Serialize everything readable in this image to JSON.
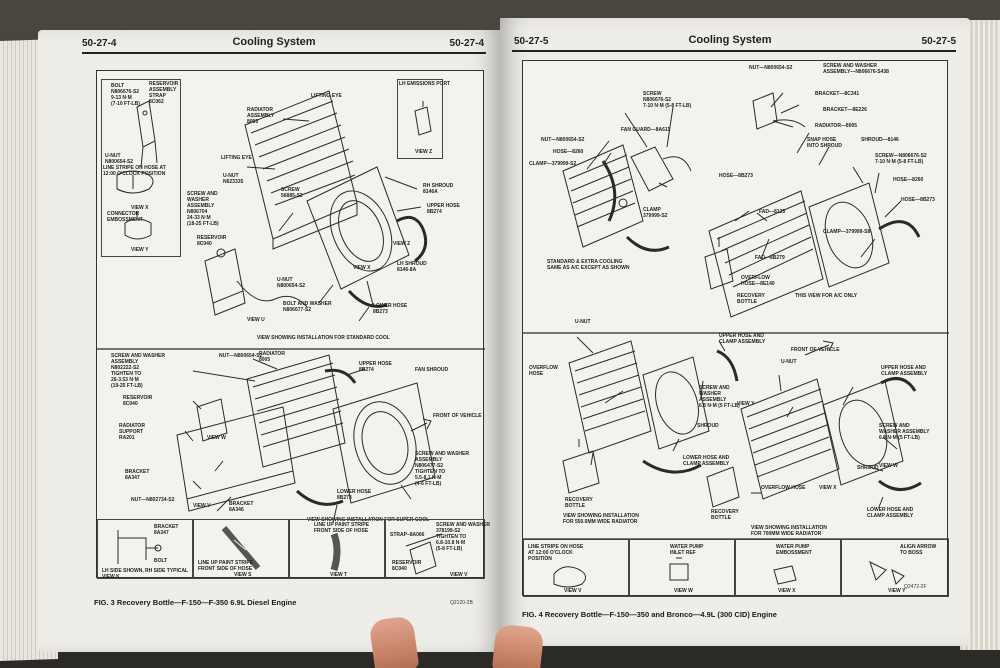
{
  "left_page": {
    "page_number_left": "50-27-4",
    "section_title": "Cooling System",
    "page_number_right": "50-27-4",
    "top_figure": {
      "callouts": {
        "bolt": "BOLT\nN806676-S2\n9-13 N·m\n(7-10 FT-LB)",
        "reservoir_strap": "RESERVOIR\nASSEMBLY\nSTRAP\n8C062",
        "unut_a": "U-NUT\nN800654-S2",
        "line_stripe": "LINE STRIPE ON HOSE AT\n12:00 O'CLOCK POSITION",
        "view_x": "VIEW X",
        "connector": "CONNECTOR\nEMBOSSMENT",
        "view_y": "VIEW Y",
        "radiator": "RADIATOR\nASSEMBLY\n8005",
        "lifting_eye_1": "LIFTING EYE",
        "lifting_eye_2": "LIFTING EYE",
        "unut_b": "U-NUT\nN623335",
        "screw_washer": "SCREW AND\nWASHER\nASSEMBLY\nN806704\n24-33 N·m\n(18-25 FT-LB)",
        "screw": "SCREW\n56885-S2",
        "reservoir": "RESERVOIR\n8C040",
        "unut_c": "U-NUT\nN800654-S2",
        "bolt_washer": "BOLT AND WASHER\nN806677-S2",
        "view_u": "VIEW U",
        "lh_emissions": "LH EMISSIONS PORT",
        "view_z": "VIEW Z",
        "rh_shroud": "RH SHROUD\n8146A",
        "upper_hose": "UPPER HOSE\n8B274",
        "view_z2": "VIEW Z",
        "lh_shroud": "LH SHROUD\n8146-8A",
        "view_x2": "VIEW X",
        "lower_hose": "LOWER HOSE\n8B273",
        "caption": "VIEW SHOWING INSTALLATION FOR STANDARD COOL"
      }
    },
    "middle_figure": {
      "callouts": {
        "screw_washer": "SCREW AND WASHER\nASSEMBLY\nN802222-S2\nTIGHTEN TO\n26-3.53 N·m\n(19-25 FT-LB)",
        "nut": "NUT—N800654-S2",
        "radiator": "RADIATOR\n8005",
        "upper_hose": "UPPER HOSE\n8B274",
        "fan_shroud": "FAN SHROUD",
        "reservoir": "RESERVOIR\n8C040",
        "radiator_support": "RADIATOR\nSUPPORT\nRA201",
        "view_w": "VIEW W",
        "front_of_vehicle": "FRONT OF VEHICLE",
        "screw_washer_2": "SCREW AND WASHER\nASSEMBLY\nN806477-S2\nTIGHTEN TO\n5.5-8.1 N·m\n(4-6 FT-LB)",
        "bracket": "BRACKET\n8A347",
        "lower_hose": "LOWER HOSE\n8B273",
        "nut_2": "NUT—N802734-S2",
        "bracket_2": "BRACKET\n8A346",
        "view_v": "VIEW V",
        "caption": "VIEW SHOWING INSTALLATION FOR SUPER COOL"
      }
    },
    "bottom_panels": [
      {
        "labels": [
          "BRACKET\n8A347",
          "BOLT"
        ],
        "view": "LH SIDE SHOWN, RH SIDE TYPICAL\nVIEW K"
      },
      {
        "labels": [
          "LINE UP PAINT STRIPE\nFRONT SIDE OF HOSE"
        ],
        "view": "VIEW S"
      },
      {
        "labels": [
          "LINE UP PAINT STRIPE\nFRONT SIDE OF HOSE"
        ],
        "view": "VIEW T"
      },
      {
        "labels": [
          "SCREW AND WASHER\n378199-S2\nTIGHTEN TO\n6.8-10.8 N·m\n(5-8 FT-LB)",
          "STRAP–8A066",
          "RESERVOIR\n8C040"
        ],
        "view": "VIEW V"
      }
    ],
    "caption": "FIG. 3  Recovery Bottle—F-150—F-350 6.9L Diesel Engine",
    "figure_code": "Q2120-2B"
  },
  "right_page": {
    "page_number_left": "50-27-5",
    "section_title": "Cooling System",
    "page_number_right": "50-27-5",
    "top_figure": {
      "callouts": {
        "nut_top": "NUT—N800654-S2",
        "screw_washer": "SCREW AND WASHER\nASSEMBLY—N806676-S438",
        "screw": "SCREW\nN806676-S2\n7-10 N·m (5-8 FT-LB)",
        "bracket_1": "BRACKET—8C341",
        "bracket_2": "BRACKET—8E226",
        "fan_guard": "FAN GUARD—8A611",
        "radiator": "RADIATOR—8005",
        "nut": "NUT—N800654-S2",
        "hose_8260": "HOSE—8260",
        "snap_hose": "SNAP HOSE\nINTO SHROUD",
        "shroud": "SHROUD—8146",
        "clamp_1": "CLAMP—379999-S2",
        "screw_2": "SCREW—N806676-S2\n7-10 N·m (5-8 FT-LB)",
        "hose_8b273": "HOSE—8B273",
        "hose_8260b": "HOSE—8260",
        "clamp_2": "CLAMP\n379999-S2",
        "hose_8b2": "HOSE—8B273",
        "fad": "FAD—8125",
        "clamp_3": "CLAMP—379999-S8",
        "fad_2": "FAD—8B279",
        "standard": "STANDARD & EXTRA COOLING\nSAME AS A/C EXCEPT AS SHOWN",
        "overflow": "OVERFLOW\nHOSE—8E140",
        "recovery": "RECOVERY\nBOTTLE",
        "ac_only": "THIS VIEW FOR A/C ONLY"
      }
    },
    "middle_figure": {
      "callouts": {
        "unut": "U-NUT",
        "upper_hose": "UPPER HOSE AND\nCLAMP ASSEMBLY",
        "front_of_vehicle": "FRONT OF VEHICLE",
        "overflow": "OVERFLOW\nHOSE",
        "screw_washer": "SCREW AND\nWASHER\nASSEMBLY\n6.8 N·m (5 FT-LB)",
        "view_y": "VIEW Y",
        "unut_2": "U-NUT",
        "upper_hose_2": "UPPER HOSE AND\nCLAMP ASSEMBLY",
        "shroud": "SHROUD",
        "screw_washer_2": "SCREW AND\nWASHER ASSEMBLY\n6.8 N·m (5 FT-LB)",
        "shroud_2": "SHROUD",
        "lower_hose": "LOWER HOSE AND\nCLAMP ASSEMBLY",
        "recovery": "RECOVERY\nBOTTLE",
        "caption_1": "VIEW SHOWING INSTALLATION\nFOR 550.0mm WIDE RADIATOR",
        "overflow_2": "OVERFLOW HOSE",
        "view_x": "VIEW X",
        "recovery_2": "RECOVERY\nBOTTLE",
        "lower_hose_2": "LOWER HOSE AND\nCLAMP ASSEMBLY",
        "caption_2": "VIEW SHOWING INSTALLATION\nFOR 700mm WIDE RADIATOR",
        "view_w": "VIEW W"
      }
    },
    "bottom_panels": [
      {
        "labels": [
          "LINE STRIPE ON HOSE\nAT 12:00 O'CLOCK\nPOSITION"
        ],
        "view": "VIEW V"
      },
      {
        "labels": [
          "WATER PUMP\nINLET REF"
        ],
        "view": "VIEW W"
      },
      {
        "labels": [
          "WATER PUMP\nEMBOSSMENT"
        ],
        "view": "VIEW X"
      },
      {
        "labels": [
          "ALIGN ARROW\nTO BOSS"
        ],
        "view": "VIEW Y"
      }
    ],
    "figure_code": "Q2472-2F",
    "caption": "FIG. 4  Recovery Bottle—F-150—350 and Bronco—4.9L (300 CID) Engine"
  },
  "colors": {
    "paper": "#efede7",
    "ink": "#1f1f1f",
    "skin": "#c98468",
    "background": "#2c2a27"
  }
}
